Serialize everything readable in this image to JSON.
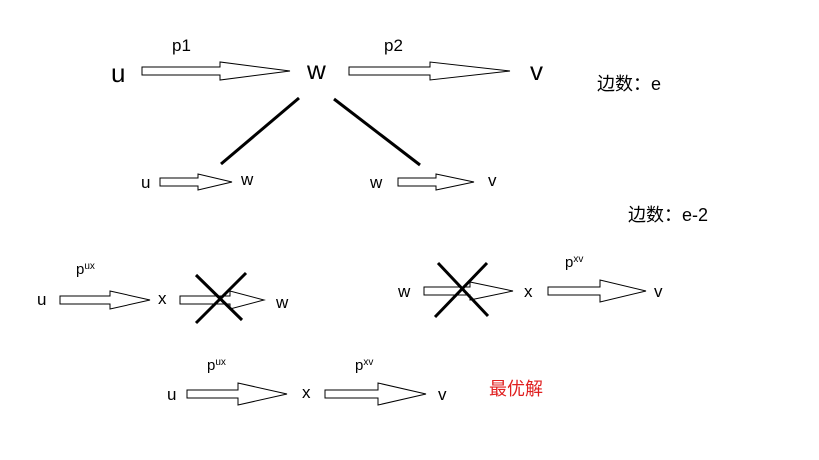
{
  "top": {
    "u": "u",
    "w": "w",
    "v": "v",
    "p1": "p1",
    "p2": "p2",
    "edge_count": "边数：e"
  },
  "middle": {
    "left_u": "u",
    "left_w": "w",
    "right_w": "w",
    "right_v": "v"
  },
  "lower": {
    "edge_count": "边数：e-2",
    "left_u": "u",
    "left_x": "x",
    "left_w": "w",
    "left_p": "p",
    "left_p_sub": "ux",
    "right_w": "w",
    "right_x": "x",
    "right_v": "v",
    "right_p": "p",
    "right_p_sub": "xv"
  },
  "bottom": {
    "u": "u",
    "x": "x",
    "v": "v",
    "p1": "p",
    "p1_sub": "ux",
    "p2": "p",
    "p2_sub": "xv",
    "optimal": "最优解"
  },
  "colors": {
    "ink": "#000000",
    "highlight": "#e02020",
    "arrow_fill": "#ffffff"
  }
}
